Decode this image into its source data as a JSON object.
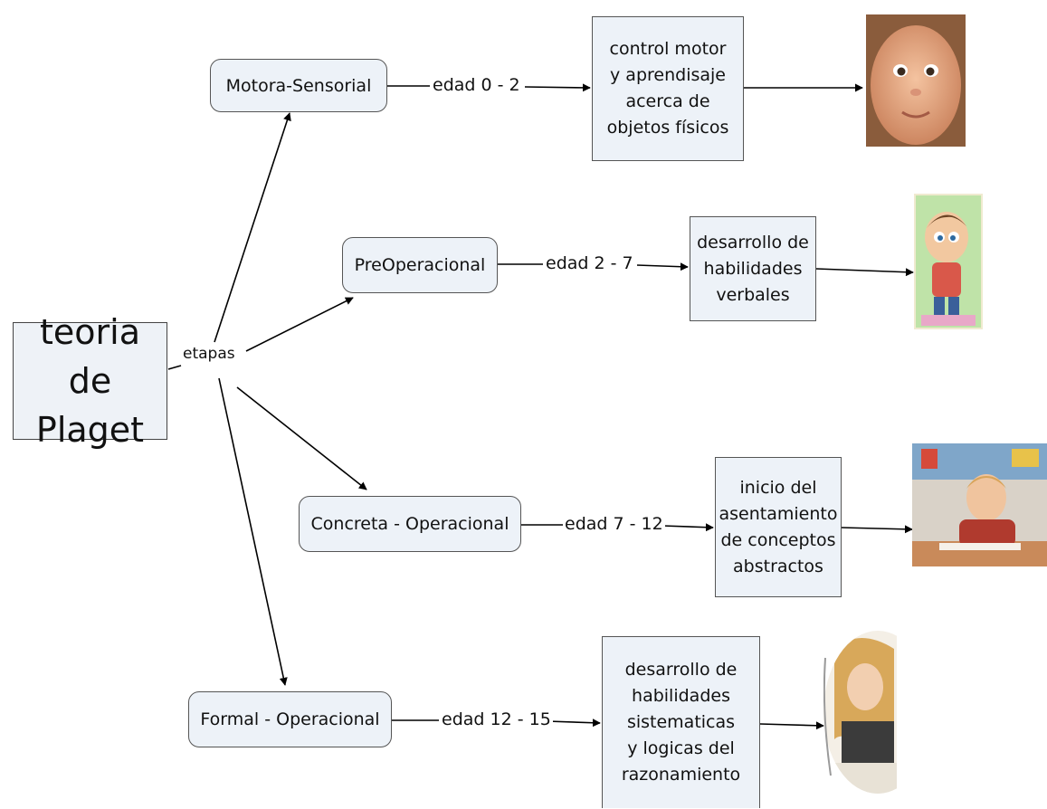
{
  "root": {
    "line1": "teoria de",
    "line2": "Plaget"
  },
  "link_label": "etapas",
  "stages": [
    {
      "name": "Motora-Sensorial",
      "age": "edad 0 - 2",
      "desc": [
        "control motor",
        "y aprendisaje",
        "acerca de",
        "objetos físicos"
      ]
    },
    {
      "name": "PreOperacional",
      "age": "edad 2 - 7",
      "desc": [
        "desarrollo de",
        "habilidades",
        "verbales"
      ]
    },
    {
      "name": "Concreta - Operacional",
      "age": "edad 7 - 12",
      "desc": [
        "inicio del",
        "asentamiento",
        "de conceptos",
        "abstractos"
      ]
    },
    {
      "name": "Formal - Operacional",
      "age": "edad 12 - 15",
      "desc": [
        "desarrollo de",
        "habilidades",
        "sistematicas",
        "y logicas del",
        "razonamiento"
      ]
    }
  ],
  "images": [
    {
      "name": "baby-photo"
    },
    {
      "name": "cartoon-boy-image"
    },
    {
      "name": "schoolboy-photo"
    },
    {
      "name": "student-girl-photo"
    }
  ]
}
